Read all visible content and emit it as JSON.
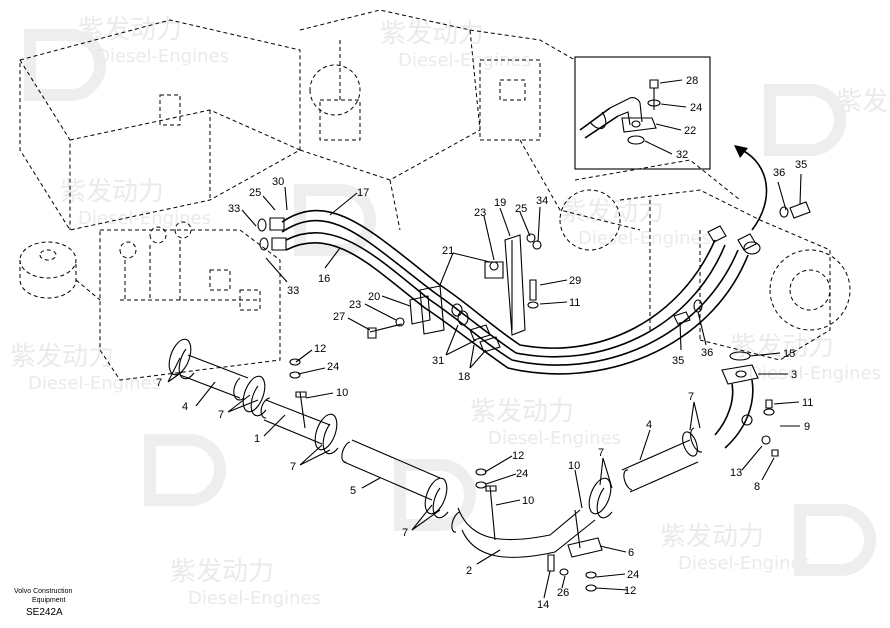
{
  "caption": {
    "company_line1": "Volvo Construction",
    "company_line2": "Equipment",
    "code": "SE242A"
  },
  "watermark": {
    "brand_cn": "紫发动力",
    "brand_en": "Diesel-Engines"
  },
  "callouts": [
    {
      "id": "c28",
      "text": "28"
    },
    {
      "id": "c24a",
      "text": "24"
    },
    {
      "id": "c22",
      "text": "22"
    },
    {
      "id": "c32",
      "text": "32"
    },
    {
      "id": "c35a",
      "text": "35"
    },
    {
      "id": "c36a",
      "text": "36"
    },
    {
      "id": "c25a",
      "text": "25"
    },
    {
      "id": "c30",
      "text": "30"
    },
    {
      "id": "c17",
      "text": "17"
    },
    {
      "id": "c33a",
      "text": "33"
    },
    {
      "id": "c16",
      "text": "16"
    },
    {
      "id": "c33b",
      "text": "33"
    },
    {
      "id": "c19",
      "text": "19"
    },
    {
      "id": "c23a",
      "text": "23"
    },
    {
      "id": "c25b",
      "text": "25"
    },
    {
      "id": "c34",
      "text": "34"
    },
    {
      "id": "c21",
      "text": "21"
    },
    {
      "id": "c29",
      "text": "29"
    },
    {
      "id": "c11a",
      "text": "11"
    },
    {
      "id": "c20",
      "text": "20"
    },
    {
      "id": "c23b",
      "text": "23"
    },
    {
      "id": "c27",
      "text": "27"
    },
    {
      "id": "c31",
      "text": "31"
    },
    {
      "id": "c18",
      "text": "18"
    },
    {
      "id": "c35b",
      "text": "35"
    },
    {
      "id": "c36b",
      "text": "36"
    },
    {
      "id": "c15",
      "text": "15"
    },
    {
      "id": "c3",
      "text": "3"
    },
    {
      "id": "c12a",
      "text": "12"
    },
    {
      "id": "c24b",
      "text": "24"
    },
    {
      "id": "c10a",
      "text": "10"
    },
    {
      "id": "c7a",
      "text": "7"
    },
    {
      "id": "c4a",
      "text": "4"
    },
    {
      "id": "c7b",
      "text": "7"
    },
    {
      "id": "c1",
      "text": "1"
    },
    {
      "id": "c7c",
      "text": "7"
    },
    {
      "id": "c11b",
      "text": "11"
    },
    {
      "id": "c9",
      "text": "9"
    },
    {
      "id": "c7d",
      "text": "7"
    },
    {
      "id": "c4b",
      "text": "4"
    },
    {
      "id": "c12b",
      "text": "12"
    },
    {
      "id": "c24c",
      "text": "24"
    },
    {
      "id": "c10b",
      "text": "10"
    },
    {
      "id": "c10c",
      "text": "10"
    },
    {
      "id": "c7e",
      "text": "7"
    },
    {
      "id": "c5",
      "text": "5"
    },
    {
      "id": "c7f",
      "text": "7"
    },
    {
      "id": "c13",
      "text": "13"
    },
    {
      "id": "c8",
      "text": "8"
    },
    {
      "id": "c6",
      "text": "6"
    },
    {
      "id": "c2",
      "text": "2"
    },
    {
      "id": "c24d",
      "text": "24"
    },
    {
      "id": "c14",
      "text": "14"
    },
    {
      "id": "c26",
      "text": "26"
    },
    {
      "id": "c12c",
      "text": "12"
    }
  ]
}
